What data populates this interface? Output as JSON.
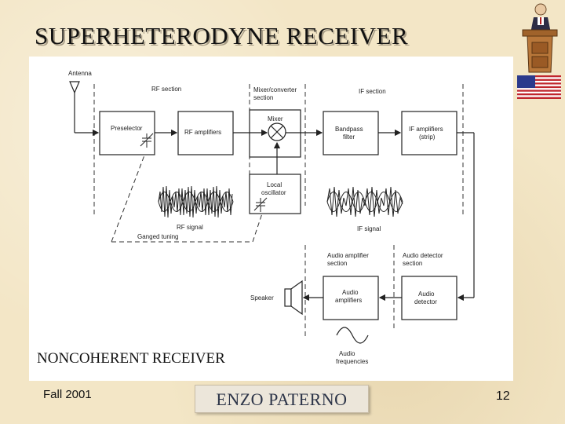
{
  "title": "SUPERHETERODYNE RECEIVER",
  "caption": "NONCOHERENT RECEIVER",
  "footer": {
    "date": "Fall 2001",
    "author": "ENZO PATERNO",
    "page": "12"
  },
  "diagram": {
    "antenna": "Antenna",
    "rf_section": "RF section",
    "mixer_section_1": "Mixer/converter",
    "mixer_section_2": "section",
    "if_section": "IF section",
    "preselector": "Preselector",
    "rf_amplifiers": "RF amplifiers",
    "mixer": "Mixer",
    "bandpass_1": "Bandpass",
    "bandpass_2": "filter",
    "if_amplifiers_1": "IF amplifiers",
    "if_amplifiers_2": "(strip)",
    "local_osc_1": "Local",
    "local_osc_2": "oscillator",
    "rf_signal": "RF signal",
    "ganged_tuning": "Ganged tuning",
    "if_signal": "IF signal",
    "audio_amp_section_1": "Audio amplifier",
    "audio_amp_section_2": "section",
    "audio_det_section_1": "Audio detector",
    "audio_det_section_2": "section",
    "speaker": "Speaker",
    "audio_amplifiers_1": "Audio",
    "audio_amplifiers_2": "amplifiers",
    "audio_detector_1": "Audio",
    "audio_detector_2": "detector",
    "audio_freq_1": "Audio",
    "audio_freq_2": "frequencies"
  }
}
